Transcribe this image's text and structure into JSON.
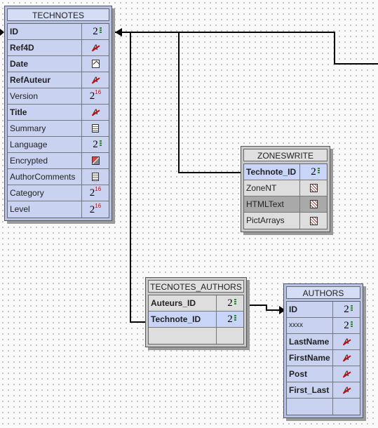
{
  "tables": {
    "technotes": {
      "title": "TECHNOTES",
      "fields": [
        {
          "name": "ID",
          "icon": "long-integer-icon"
        },
        {
          "name": "Ref4D",
          "icon": "alpha-icon"
        },
        {
          "name": "Date",
          "icon": "date-icon"
        },
        {
          "name": "RefAuteur",
          "icon": "alpha-icon"
        },
        {
          "name": "Version",
          "icon": "integer-icon",
          "sup": "16"
        },
        {
          "name": "Title",
          "icon": "alpha-icon"
        },
        {
          "name": "Summary",
          "icon": "text-icon"
        },
        {
          "name": "Language",
          "icon": "long-integer-icon"
        },
        {
          "name": "Encrypted",
          "icon": "picture-icon"
        },
        {
          "name": "AuthorComments",
          "icon": "text-icon"
        },
        {
          "name": "Category",
          "icon": "integer-icon",
          "sup": "16"
        },
        {
          "name": "Level",
          "icon": "integer-icon",
          "sup": "16"
        }
      ]
    },
    "zoneswrite": {
      "title": "ZONESWRITE",
      "fields": [
        {
          "name": "Technote_ID",
          "icon": "long-integer-icon"
        },
        {
          "name": "ZoneNT",
          "icon": "blob-icon"
        },
        {
          "name": "HTMLText",
          "icon": "blob-icon"
        },
        {
          "name": "PictArrays",
          "icon": "blob-icon"
        }
      ]
    },
    "tecnotes_authors": {
      "title": "TECNOTES_AUTHORS",
      "fields": [
        {
          "name": "Auteurs_ID",
          "icon": "long-integer-icon"
        },
        {
          "name": "Technote_ID",
          "icon": "long-integer-icon"
        }
      ]
    },
    "authors": {
      "title": "AUTHORS",
      "fields": [
        {
          "name": "ID",
          "icon": "long-integer-icon"
        },
        {
          "name": "xxxx",
          "icon": "long-integer-icon"
        },
        {
          "name": "LastName",
          "icon": "alpha-icon"
        },
        {
          "name": "FirstName",
          "icon": "alpha-icon"
        },
        {
          "name": "Post",
          "icon": "alpha-icon"
        },
        {
          "name": "First_Last",
          "icon": "alpha-icon"
        }
      ]
    }
  },
  "glyphs": {
    "integer": "2",
    "long": "2",
    "alpha": "A"
  },
  "colors": {
    "table_blue": "#b7c2ea",
    "table_grey": "#c9c9c9",
    "relation_line": "#000000",
    "integer_sup": "#dd0000"
  }
}
